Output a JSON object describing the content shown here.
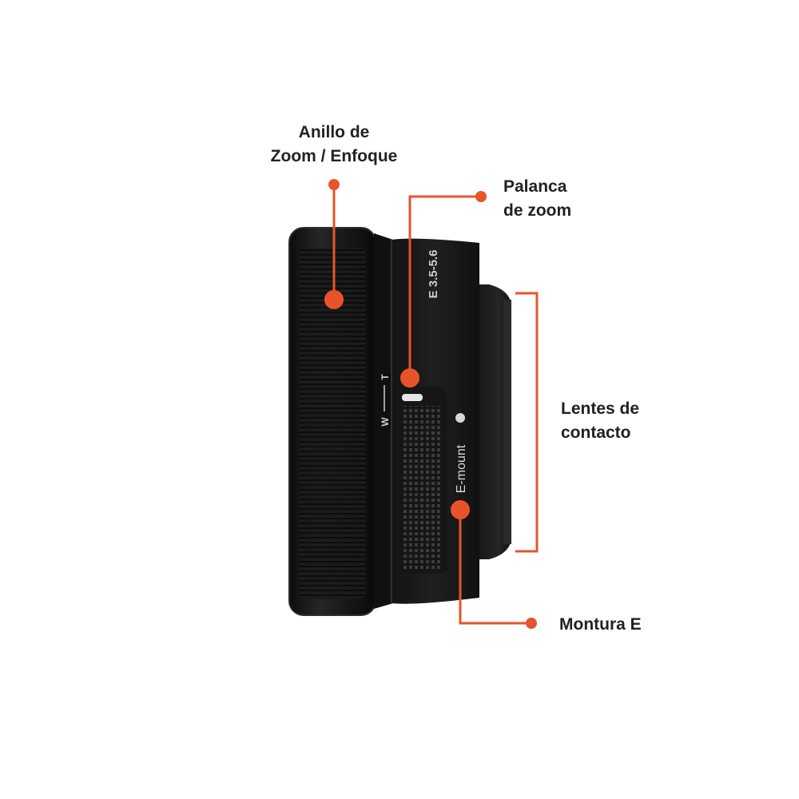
{
  "colors": {
    "accent": "#e8542a",
    "lens_body": "#1a1a1a",
    "lens_highlight": "#3a3a3a",
    "label_text": "#222222"
  },
  "labels": {
    "ring": {
      "line1": "Anillo de",
      "line2": "Zoom / Enfoque"
    },
    "lever": {
      "line1": "Palanca",
      "line2": "de zoom"
    },
    "contacts": {
      "line1": "Lentes de",
      "line2": "contacto"
    },
    "mount": {
      "line1": "Montura E"
    }
  },
  "lens_markings": {
    "model_text": "E 3.5-5.6",
    "wide": "W",
    "tele": "T",
    "mount_text": "E-mount"
  }
}
